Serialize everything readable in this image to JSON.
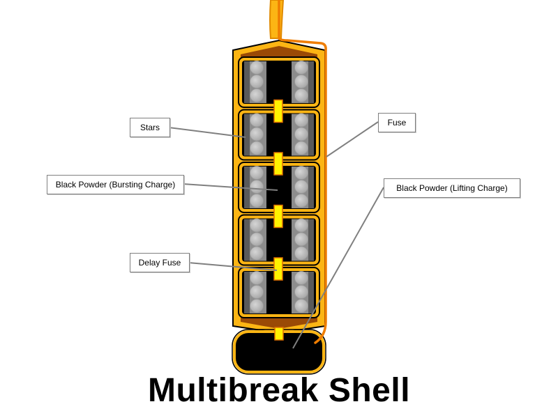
{
  "title": "Multibreak Shell",
  "labels": {
    "stars": "Stars",
    "bursting_charge": "Black Powder (Bursting Charge)",
    "delay_fuse": "Delay Fuse",
    "fuse": "Fuse",
    "lifting_charge": "Black Powder (Lifting Charge)"
  },
  "colors": {
    "shell_casing": "#fcb514",
    "casing_outline": "#000000",
    "powder_fill": "#000000",
    "star_light": "#c0c0c0",
    "star_mid": "#8c8c8c",
    "star_dark": "#3a3a3a",
    "delay_fuse": "#fff200",
    "delay_fuse_outline": "#e07000",
    "main_fuse": "#ef7d00",
    "cap_brown": "#9a4a06",
    "leader_line": "#7f7f7f"
  },
  "structure": {
    "break_count": 5
  }
}
